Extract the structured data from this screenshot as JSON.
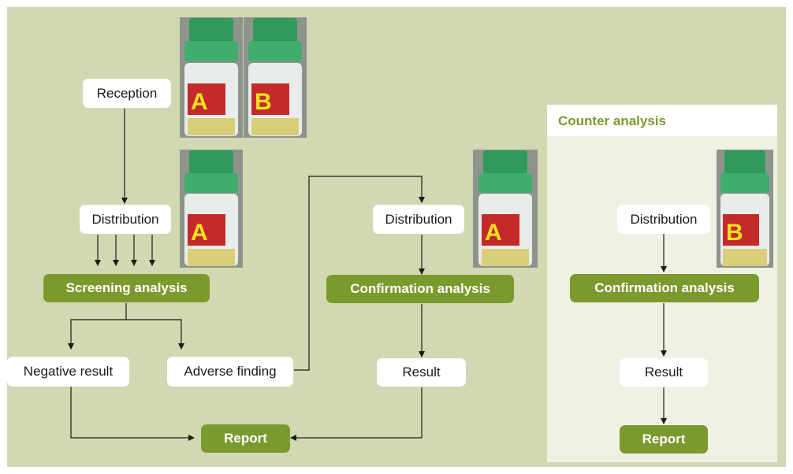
{
  "colors": {
    "background": "#d2d8b1",
    "panel": "#eff1e3",
    "accent": "#7b9a2e",
    "node": "#ffffff",
    "line": "#1a1a1a",
    "vial_cap": "#2f9a5c",
    "vial_label": "#c42a2a",
    "vial_letter": "#f2e21d"
  },
  "nodes": {
    "reception": "Reception",
    "distribution_1": "Distribution",
    "screening": "Screening analysis",
    "negative": "Negative result",
    "adverse": "Adverse finding",
    "distribution_2": "Distribution",
    "confirmation_1": "Confirmation analysis",
    "result_1": "Result",
    "report_1": "Report"
  },
  "counter": {
    "title": "Counter analysis",
    "distribution": "Distribution",
    "confirmation": "Confirmation analysis",
    "result": "Result",
    "report": "Report"
  },
  "vials": [
    {
      "letter": "A",
      "icon": "sample-vial-icon"
    },
    {
      "letter": "B",
      "icon": "sample-vial-icon"
    },
    {
      "letter": "A",
      "icon": "sample-vial-icon"
    },
    {
      "letter": "A",
      "icon": "sample-vial-icon"
    },
    {
      "letter": "B",
      "icon": "sample-vial-icon"
    }
  ]
}
